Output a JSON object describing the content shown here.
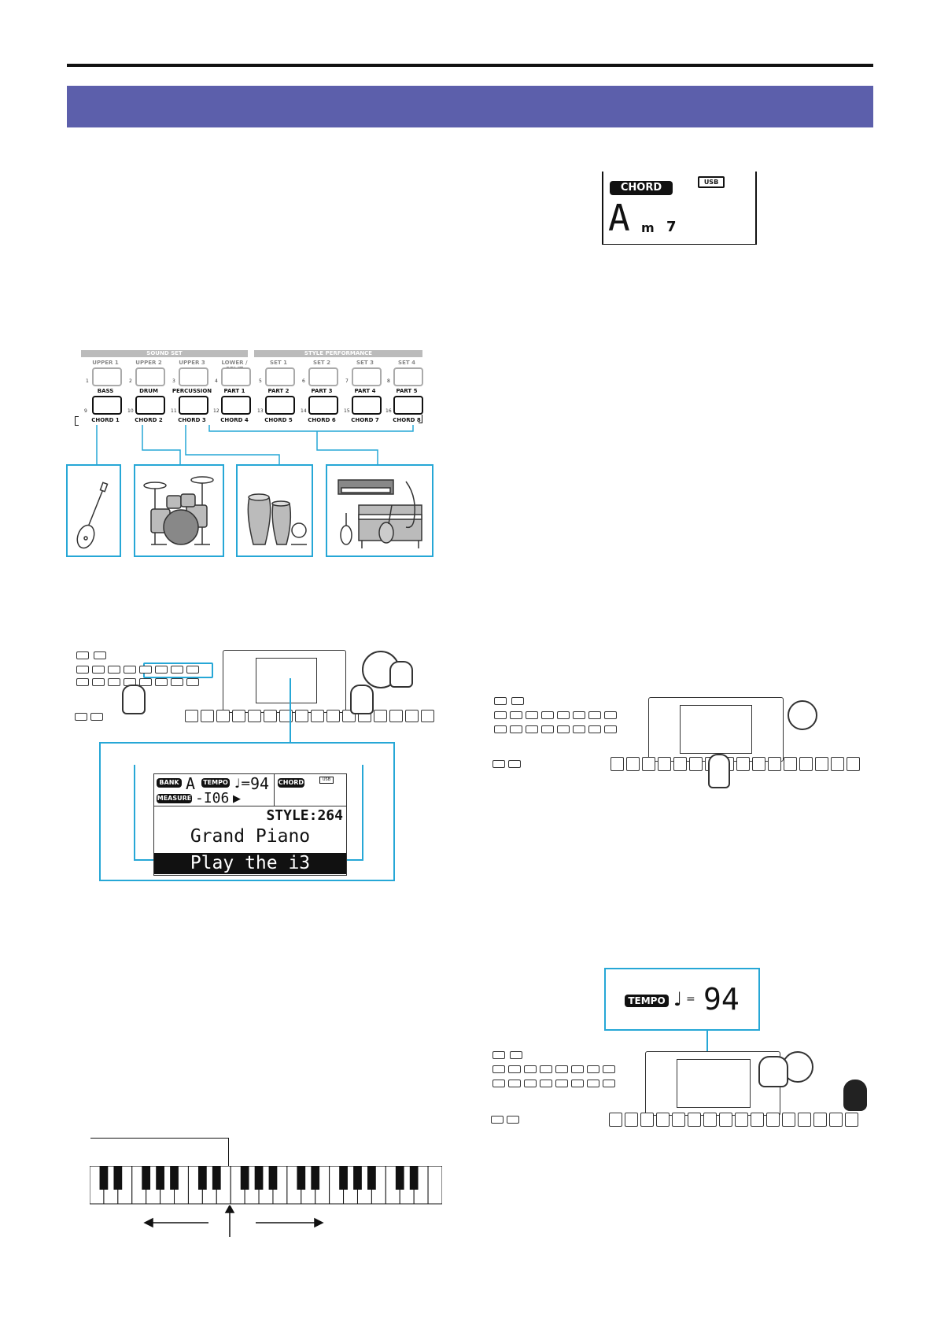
{
  "chord_display": {
    "label": "CHORD",
    "usb": "USB",
    "root": "A",
    "quality": "m",
    "extension": "7"
  },
  "button_panel": {
    "sound_set_header": "SOUND SET",
    "style_performance_header": "STYLE PERFORMANCE",
    "top_row": [
      {
        "num": "1",
        "label": "UPPER 1"
      },
      {
        "num": "2",
        "label": "UPPER 2"
      },
      {
        "num": "3",
        "label": "UPPER 3"
      },
      {
        "num": "4",
        "label": "LOWER / SPLIT"
      },
      {
        "num": "5",
        "label": "SET 1"
      },
      {
        "num": "6",
        "label": "SET 2"
      },
      {
        "num": "7",
        "label": "SET 3"
      },
      {
        "num": "8",
        "label": "SET 4"
      }
    ],
    "bottom_row": [
      {
        "num": "9",
        "label": "BASS",
        "chord": "CHORD 1"
      },
      {
        "num": "10",
        "label": "DRUM",
        "chord": "CHORD 2"
      },
      {
        "num": "11",
        "label": "PERCUSSION",
        "chord": "CHORD 3"
      },
      {
        "num": "12",
        "label": "PART 1",
        "chord": "CHORD 4"
      },
      {
        "num": "13",
        "label": "PART 2",
        "chord": "CHORD 5"
      },
      {
        "num": "14",
        "label": "PART 3",
        "chord": "CHORD 6"
      },
      {
        "num": "15",
        "label": "PART 4",
        "chord": "CHORD 7"
      },
      {
        "num": "16",
        "label": "PART 5",
        "chord": "CHORD 8"
      }
    ]
  },
  "main_display": {
    "bank_label": "BANK",
    "bank_value": "A",
    "tempo_label": "TEMPO",
    "tempo_value": "94",
    "chord_label": "CHORD",
    "usb": "USB",
    "measure_label": "MEASURE",
    "measure_value": "-I06",
    "style": "STYLE:264",
    "sound": "Grand Piano",
    "song": "Play the i3"
  },
  "tempo_display": {
    "label": "TEMPO",
    "eq": "=",
    "value": "94"
  }
}
